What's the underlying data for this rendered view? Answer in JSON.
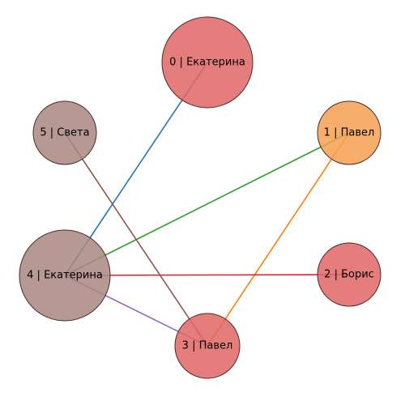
{
  "graph": {
    "nodes": [
      {
        "id": "0",
        "label": "0 | Екатерина",
        "color": "#e06666"
      },
      {
        "id": "1",
        "label": "1 | Павел",
        "color": "#f5a050"
      },
      {
        "id": "2",
        "label": "2 | Борис",
        "color": "#e06666"
      },
      {
        "id": "3",
        "label": "3 | Павел",
        "color": "#e06666"
      },
      {
        "id": "4",
        "label": "4 | Екатерина",
        "color": "#a98783"
      },
      {
        "id": "5",
        "label": "5 | Света",
        "color": "#a98783"
      }
    ],
    "edges": [
      {
        "source": "4",
        "target": "0",
        "color": "#1f77b4"
      },
      {
        "source": "3",
        "target": "1",
        "color": "#ff7f0e"
      },
      {
        "source": "4",
        "target": "1",
        "color": "#2ca02c"
      },
      {
        "source": "4",
        "target": "2",
        "color": "#d62728"
      },
      {
        "source": "4",
        "target": "3",
        "color": "#9467bd"
      },
      {
        "source": "5",
        "target": "3",
        "color": "#8c564b"
      }
    ],
    "node_stroke_color": "#4a2a2a"
  }
}
